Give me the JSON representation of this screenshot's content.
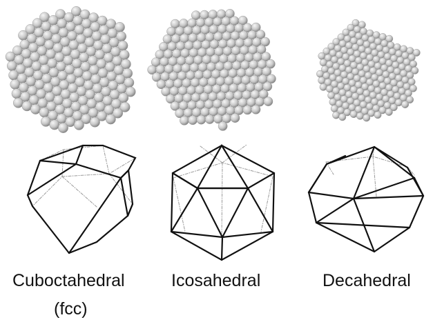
{
  "clusters": [
    {
      "name": "Cuboctahedral",
      "label": "Cuboctahedral",
      "sublabel": "(fcc)",
      "atom_render": "spheres",
      "wireframe": "cuboctahedron"
    },
    {
      "name": "Icosahedral",
      "label": "Icosahedral",
      "atom_render": "spheres",
      "wireframe": "icosahedron"
    },
    {
      "name": "Decahedral",
      "label": "Decahedral",
      "atom_render": "spheres",
      "wireframe": "decahedron"
    }
  ],
  "colors": {
    "sphere_light": "#f4f4f4",
    "sphere_mid": "#c4c4c4",
    "sphere_dark": "#7a7a7a",
    "edge_front": "#111111",
    "edge_hidden": "#888888",
    "text": "#111111"
  }
}
